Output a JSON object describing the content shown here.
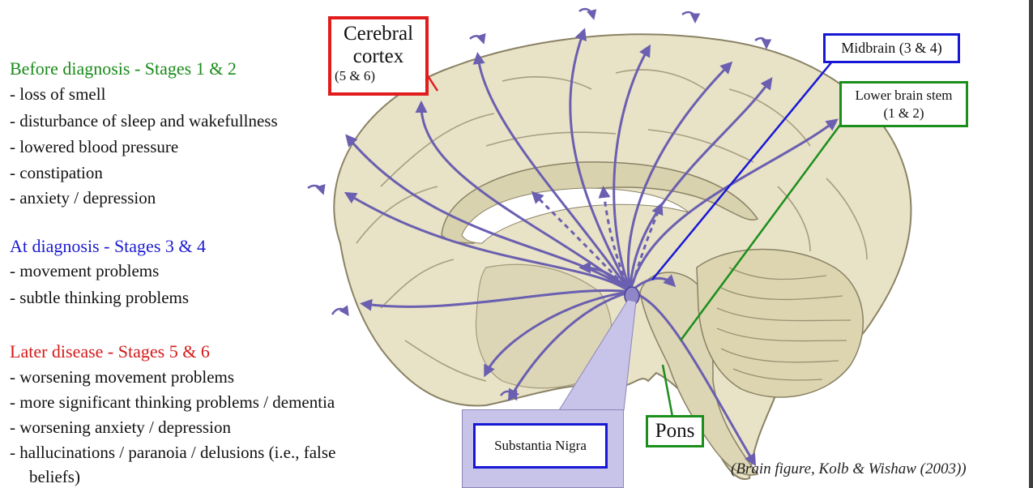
{
  "stages": [
    {
      "heading": "Before diagnosis - Stages 1 & 2",
      "color": "#1a8a1a",
      "items": [
        "- loss of smell",
        "- disturbance of sleep and wakefullness",
        "- lowered blood pressure",
        "- constipation",
        "- anxiety / depression"
      ]
    },
    {
      "heading": "At diagnosis - Stages 3 & 4",
      "color": "#1b1bd0",
      "items": [
        "- movement problems",
        "- subtle thinking problems"
      ]
    },
    {
      "heading": "Later disease - Stages 5 & 6",
      "color": "#d41a1a",
      "items": [
        "- worsening movement problems",
        "- more significant thinking problems / dementia",
        "- worsening anxiety / depression",
        "- hallucinations / paranoia / delusions (i.e., false",
        "beliefs)"
      ]
    }
  ],
  "labels": {
    "cerebral_cortex": {
      "line1": "Cerebral",
      "line2": "cortex",
      "line3": "(5 & 6)",
      "color": "#e01c1c"
    },
    "midbrain": {
      "text": "Midbrain (3 & 4)",
      "color": "#1717d6"
    },
    "lower_brain_stem": {
      "line1": "Lower brain stem",
      "line2": "(1 & 2)",
      "color": "#1c8e1c"
    },
    "pons": {
      "text": "Pons",
      "color": "#1c8e1c"
    },
    "substantia_nigra": {
      "text": "Substantia Nigra",
      "color": "#1717d6"
    }
  },
  "pathway_color": "#6a5fb0",
  "brain_color": "#e8e2c6",
  "citation": "(Brain figure, Kolb & Wishaw (2003))"
}
